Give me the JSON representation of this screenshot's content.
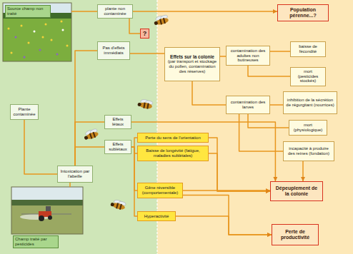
{
  "diagram": {
    "nodes": [
      {
        "text": [
          "Source champ non traité"
        ]
      },
      {
        "text": [
          "plante non contaminée"
        ]
      },
      {
        "text": [
          "?"
        ]
      },
      {
        "text": [
          "Pas d'effets immédiats"
        ]
      },
      {
        "text": [
          "Plante contaminée"
        ]
      },
      {
        "text": [
          "Effets létaux"
        ]
      },
      {
        "text": [
          "Effets sublétaux"
        ]
      },
      {
        "text": [
          "Intoxication par l'abeille"
        ]
      },
      {
        "text": [
          "Champ traité par pesticides"
        ]
      },
      {
        "text": [
          "Population pérenne...?"
        ]
      },
      {
        "text": [
          "Effets sur la colonie",
          "(par transport et stockage du pollen, contamination des réserves)"
        ]
      },
      {
        "text": [
          "contamination des adultes non butineuses"
        ]
      },
      {
        "text": [
          "baisse de fécondité"
        ]
      },
      {
        "text": [
          "mort (pesticides stockés)"
        ]
      },
      {
        "text": [
          "contamination des larves"
        ]
      },
      {
        "text": [
          "inhibition de la sécrétion de régurgitant (nourrices)"
        ]
      },
      {
        "text": [
          "mort (physiologique)"
        ]
      },
      {
        "text": [
          "incapacité à produire des reines (fondation)"
        ]
      },
      {
        "text": [
          "Perte du sens de l'orientation"
        ]
      },
      {
        "text": [
          "Baisse de longévité (fatigue, maladies sublétales)"
        ]
      },
      {
        "text": [
          "Gêne réversible (comportementale)"
        ]
      },
      {
        "text": [
          "Hyperactivité"
        ]
      },
      {
        "text": [
          "Dépeuplement de la colonie"
        ]
      },
      {
        "text": [
          "Perte de productivité"
        ]
      }
    ],
    "edges": [
      {
        "from": 0,
        "to": 1,
        "arrow": "none"
      },
      {
        "from": 1,
        "to": 9,
        "arrow": "to"
      },
      {
        "from": 1,
        "to": 2,
        "arrow": "none"
      },
      {
        "from": 3,
        "to": 10,
        "arrow": "none"
      },
      {
        "from": 10,
        "to": 11,
        "arrow": "none"
      },
      {
        "from": 10,
        "to": 14,
        "arrow": "none"
      },
      {
        "from": 11,
        "to": 12,
        "arrow": "none"
      },
      {
        "from": 11,
        "to": 13,
        "arrow": "none"
      },
      {
        "from": 14,
        "to": 15,
        "arrow": "none"
      },
      {
        "from": 14,
        "to": 16,
        "arrow": "none"
      },
      {
        "from": 14,
        "to": 17,
        "arrow": "none"
      },
      {
        "from": 17,
        "to": 22,
        "arrow": "to"
      },
      {
        "from": 8,
        "to": 7,
        "arrow": "none"
      },
      {
        "from": 4,
        "to": 7,
        "arrow": "none"
      },
      {
        "from": 7,
        "to": 3,
        "arrow": "none"
      },
      {
        "from": 7,
        "to": 5,
        "arrow": "none"
      },
      {
        "from": 7,
        "to": 6,
        "arrow": "none"
      },
      {
        "from": 5,
        "to": 22,
        "arrow": "to"
      },
      {
        "from": 6,
        "to": 18,
        "arrow": "none"
      },
      {
        "from": 6,
        "to": 19,
        "arrow": "none"
      },
      {
        "from": 6,
        "to": 20,
        "arrow": "none"
      },
      {
        "from": 6,
        "to": 21,
        "arrow": "none"
      },
      {
        "from": 18,
        "to": 22,
        "arrow": "to"
      },
      {
        "from": 19,
        "to": 22,
        "arrow": "to"
      },
      {
        "from": 20,
        "to": 22,
        "arrow": "to"
      },
      {
        "from": 20,
        "to": 23,
        "arrow": "to"
      },
      {
        "from": 21,
        "to": 23,
        "arrow": "to"
      }
    ]
  }
}
